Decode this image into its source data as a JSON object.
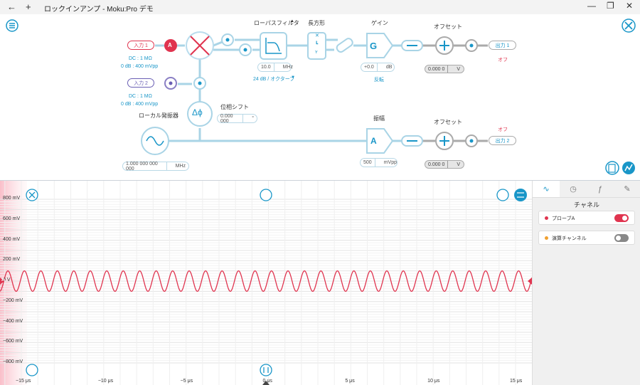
{
  "window": {
    "title": "ロックインアンプ - Moku:Pro デモ",
    "back_icon": "←",
    "new_icon": "+",
    "min": "—",
    "max": "❐",
    "close": "✕"
  },
  "block": {
    "input1": "入力 1",
    "input1_letter": "A",
    "input1_dc": "DC : 1 MΩ",
    "input1_range": "0 dB : 400 mVpp",
    "input2": "入力 2",
    "input2_dc": "DC : 1 MΩ",
    "input2_range": "0 dB : 400 mVpp",
    "lpf_label": "ローパスフィルタ",
    "lpf_value": "10.0",
    "lpf_unit": "MHz",
    "lpf_slope": "24 dB / オクターブ",
    "rect_label": "長方形",
    "gain_label": "ゲイン",
    "gain_value": "+0.0",
    "gain_unit": "dB",
    "gain_invert": "反転",
    "offset1_label": "オフセット",
    "offset1_value": "0.000 0",
    "offset1_unit": "V",
    "output1": "出力 1",
    "output1_status": "オフ",
    "phase_label": "位相シフト",
    "phase_value": "0.000 000",
    "phase_unit": "°",
    "phase_symbol": "Δϕ",
    "osc_label": "ローカル発振器",
    "osc_value": "1.000 000 000 000",
    "osc_unit": "MHz",
    "amp_label": "振幅",
    "amp_letter": "A",
    "amp_value": "500",
    "amp_unit": "mVpp",
    "offset2_label": "オフセット",
    "offset2_value": "0.000 0",
    "offset2_unit": "V",
    "output2": "出力 2",
    "output2_status": "オフ",
    "gain_letter": "G"
  },
  "plot": {
    "channel_marker": "A",
    "yticks": [
      "800 mV",
      "600 mV",
      "400 mV",
      "200 mV",
      "0 V",
      "−200 mV",
      "−400 mV",
      "−600 mV",
      "−800 mV"
    ],
    "xticks": [
      "−15 μs",
      "−10 μs",
      "−5 μs",
      "0 μs",
      "5 μs",
      "10 μs",
      "15 μs"
    ]
  },
  "panel": {
    "tabs": [
      "∿",
      "◷",
      "ƒ",
      "✎"
    ],
    "title": "チャネル",
    "channels": [
      {
        "name": "プローブA",
        "dot": "#e0344f",
        "on": true
      },
      {
        "name": "演算チャンネル",
        "dot": "#f0a030",
        "on": false
      }
    ]
  },
  "colors": {
    "accent": "#1996c8",
    "signal": "#e0344f"
  }
}
